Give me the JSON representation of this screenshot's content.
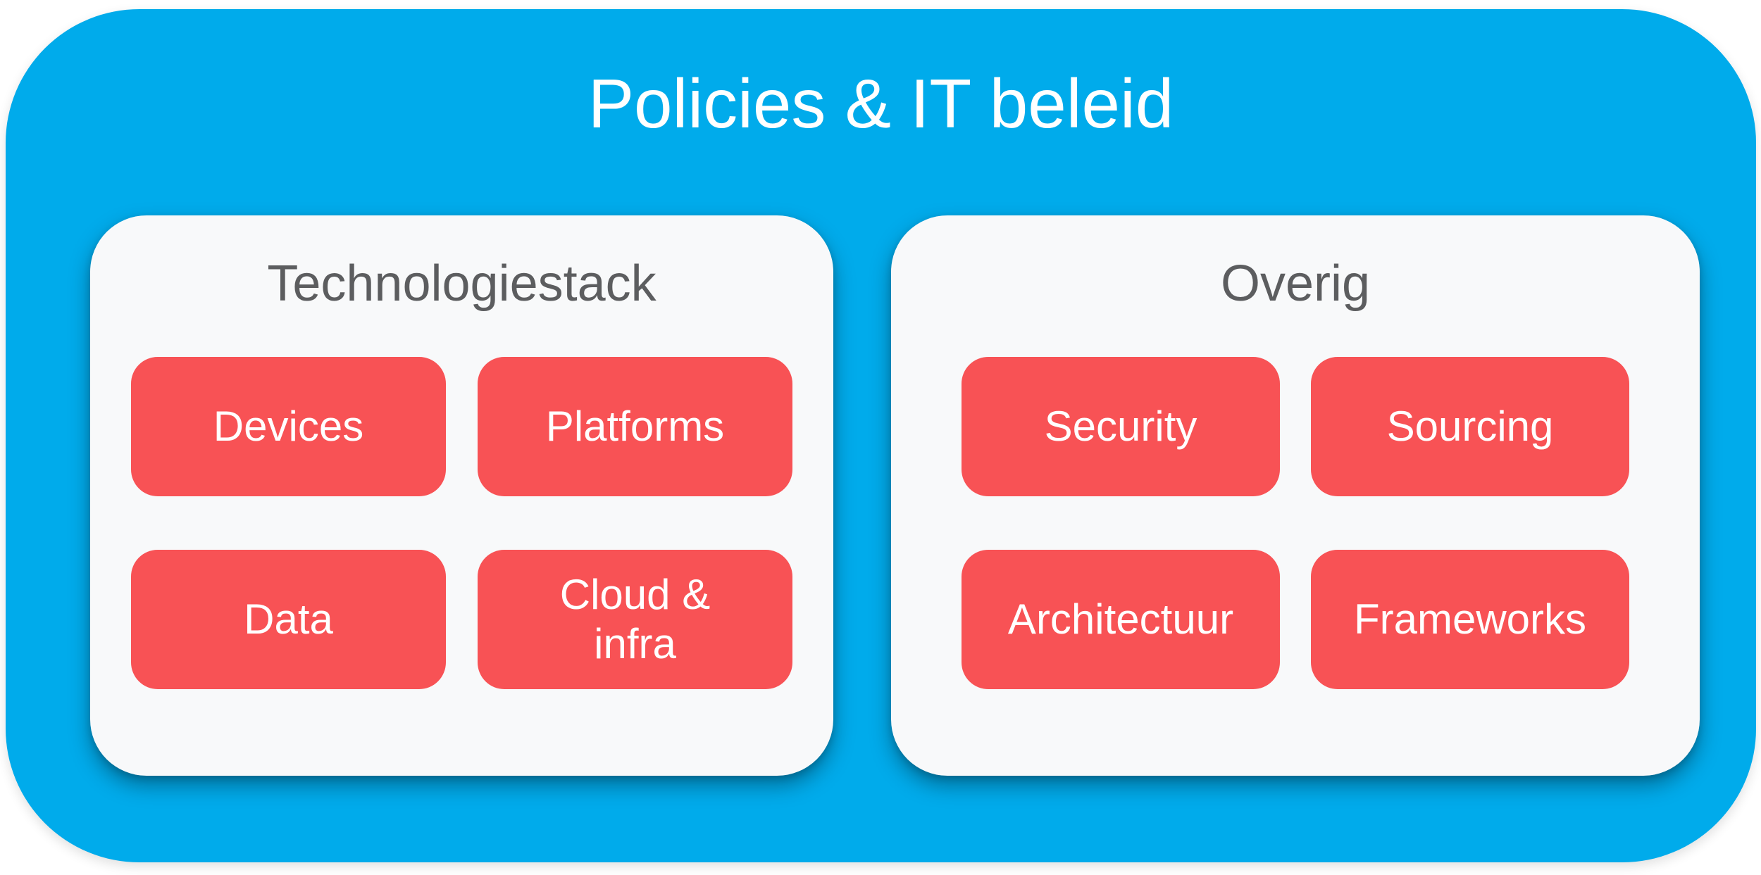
{
  "diagram": {
    "title": "Policies & IT beleid",
    "groups": [
      {
        "title": "Technologiestack",
        "items": [
          "Devices",
          "Platforms",
          "Data",
          "Cloud &\ninfra"
        ]
      },
      {
        "title": "Overig",
        "items": [
          "Security",
          "Sourcing",
          "Architectuur",
          "Frameworks"
        ]
      }
    ],
    "colors": {
      "background": "#FFFFFF",
      "container_fill": "#00ABEB",
      "card_fill": "#F8F9FA",
      "item_fill": "#F85255",
      "title_text": "#FFFFFF",
      "card_title_text": "#5C5D5F",
      "item_text": "#FFFFFF"
    }
  }
}
